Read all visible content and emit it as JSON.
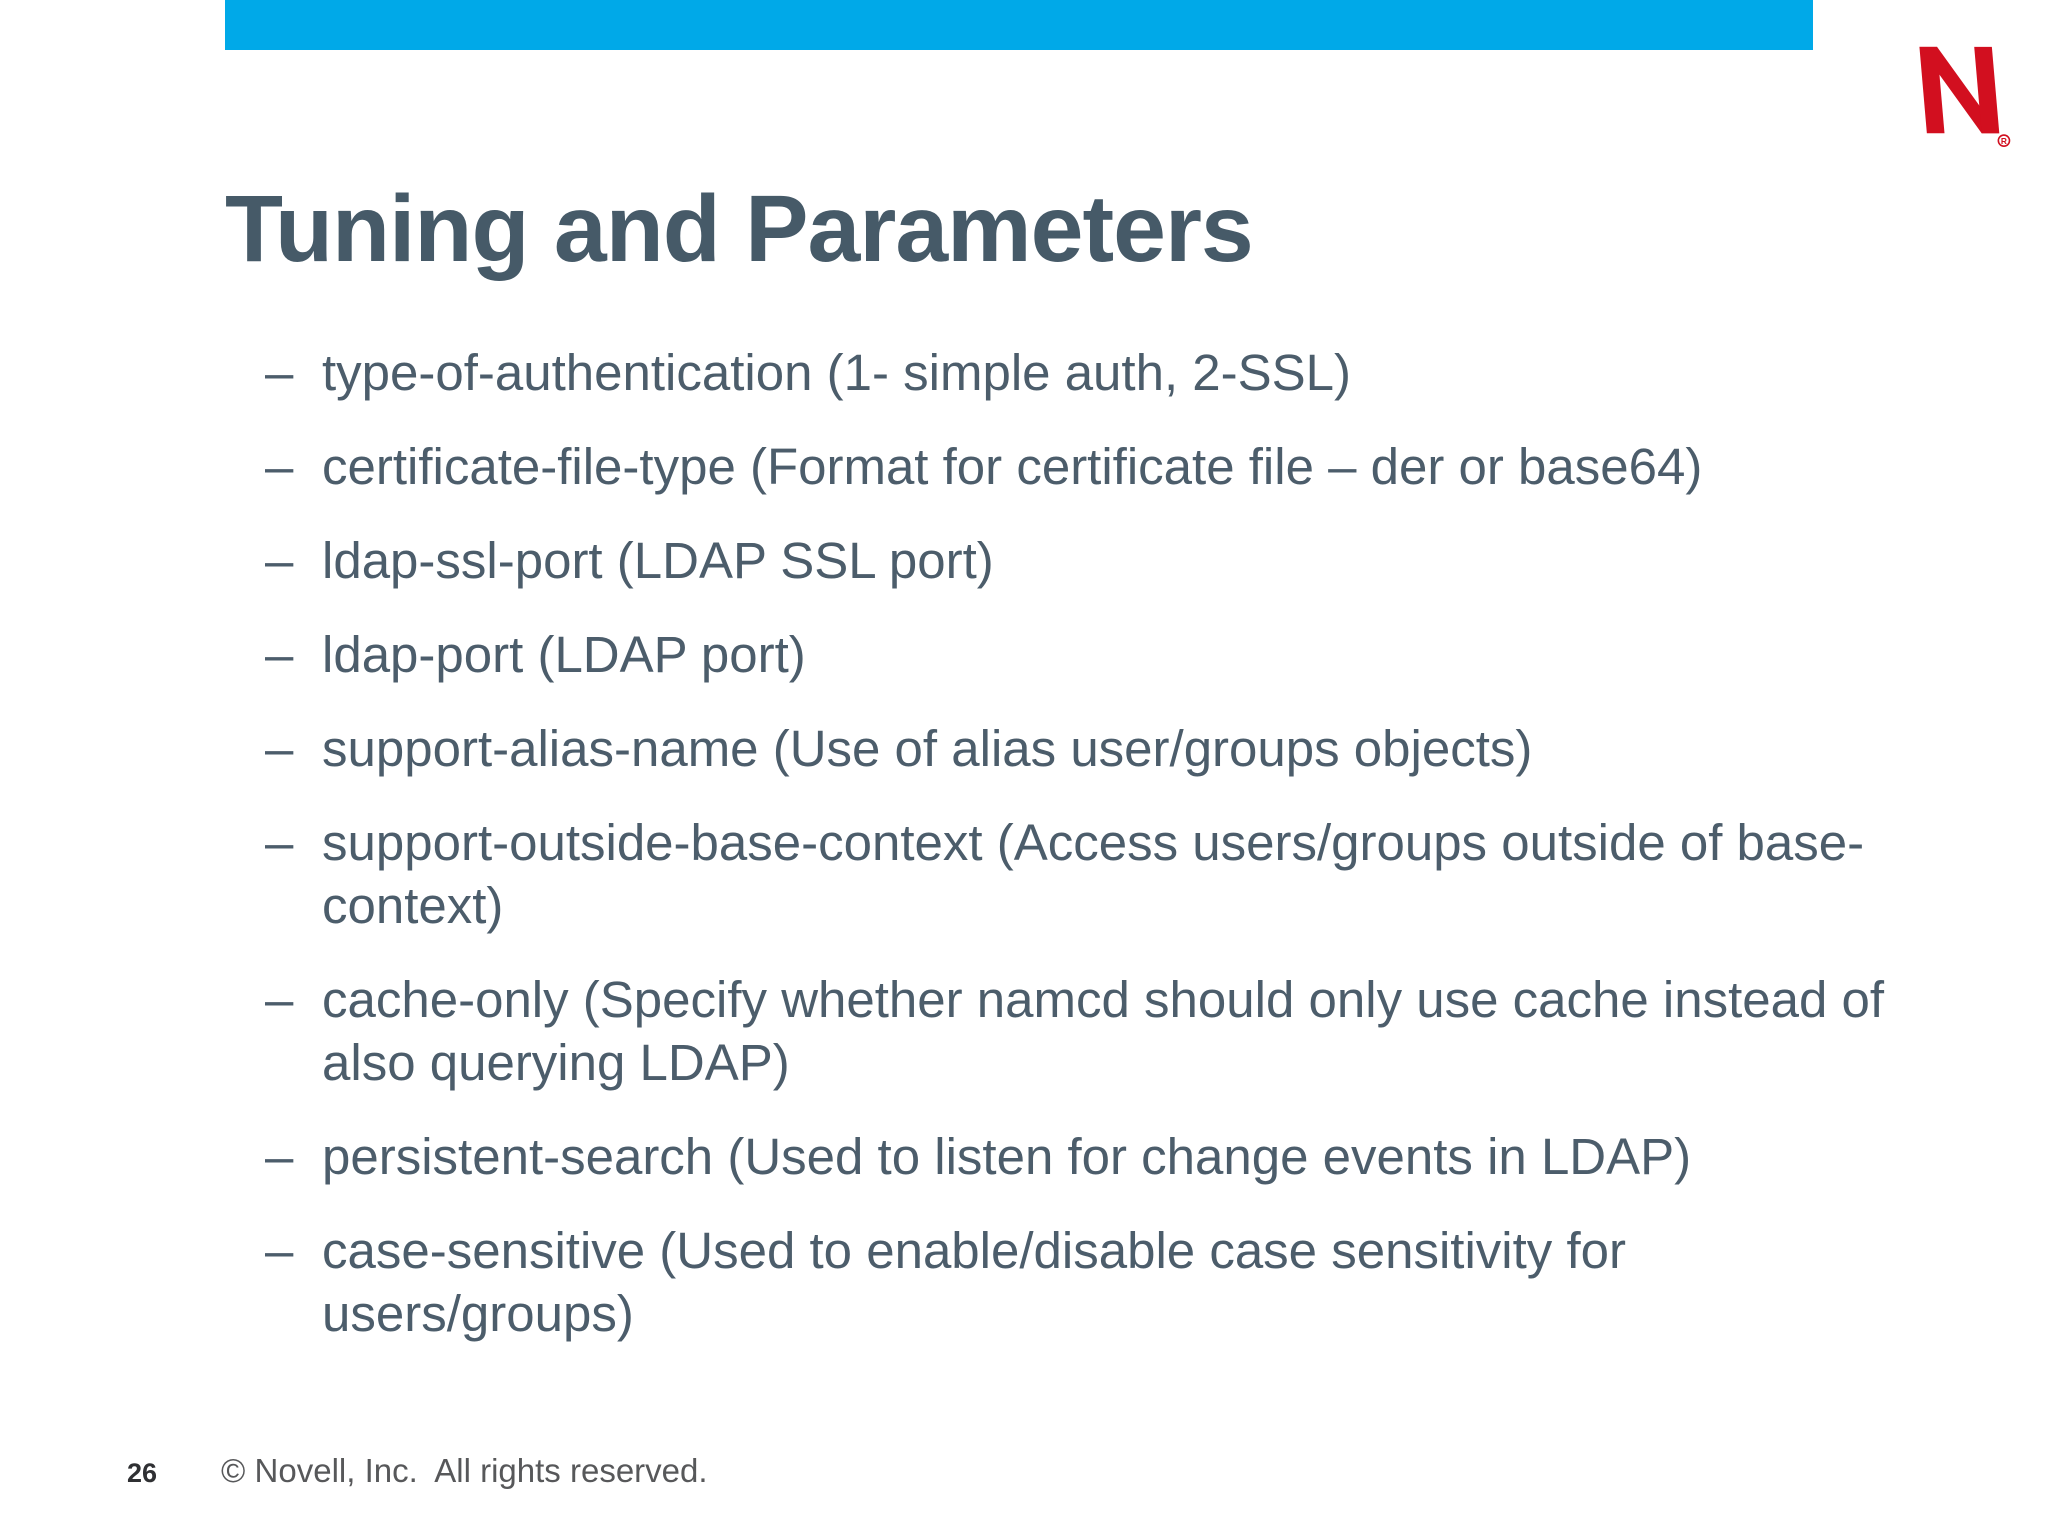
{
  "slide": {
    "title": "Tuning and Parameters",
    "bullet_marker": "–",
    "bullets": [
      "type-of-authentication (1- simple auth, 2-SSL)",
      "certificate-file-type (Format for certificate file – der or base64)",
      "ldap-ssl-port (LDAP SSL port)",
      "ldap-port (LDAP port)",
      "support-alias-name (Use of alias user/groups objects)",
      "support-outside-base-context (Access users/groups outside of base-context)",
      "cache-only (Specify whether namcd should only use cache instead of also querying LDAP)",
      "persistent-search (Used to listen for change events in LDAP)",
      "case-sensitive (Used to enable/disable case sensitivity for users/groups)"
    ],
    "page_number": "26",
    "copyright": "© Novell, Inc.  All rights reserved.",
    "logo_registered_mark": "R",
    "colors": {
      "accent_bar_cyan": "#00A9E8",
      "title_text": "#465A68",
      "body_text": "#4C5D6B",
      "logo_red": "#D20F1F",
      "footer_text": "#57585A"
    }
  }
}
